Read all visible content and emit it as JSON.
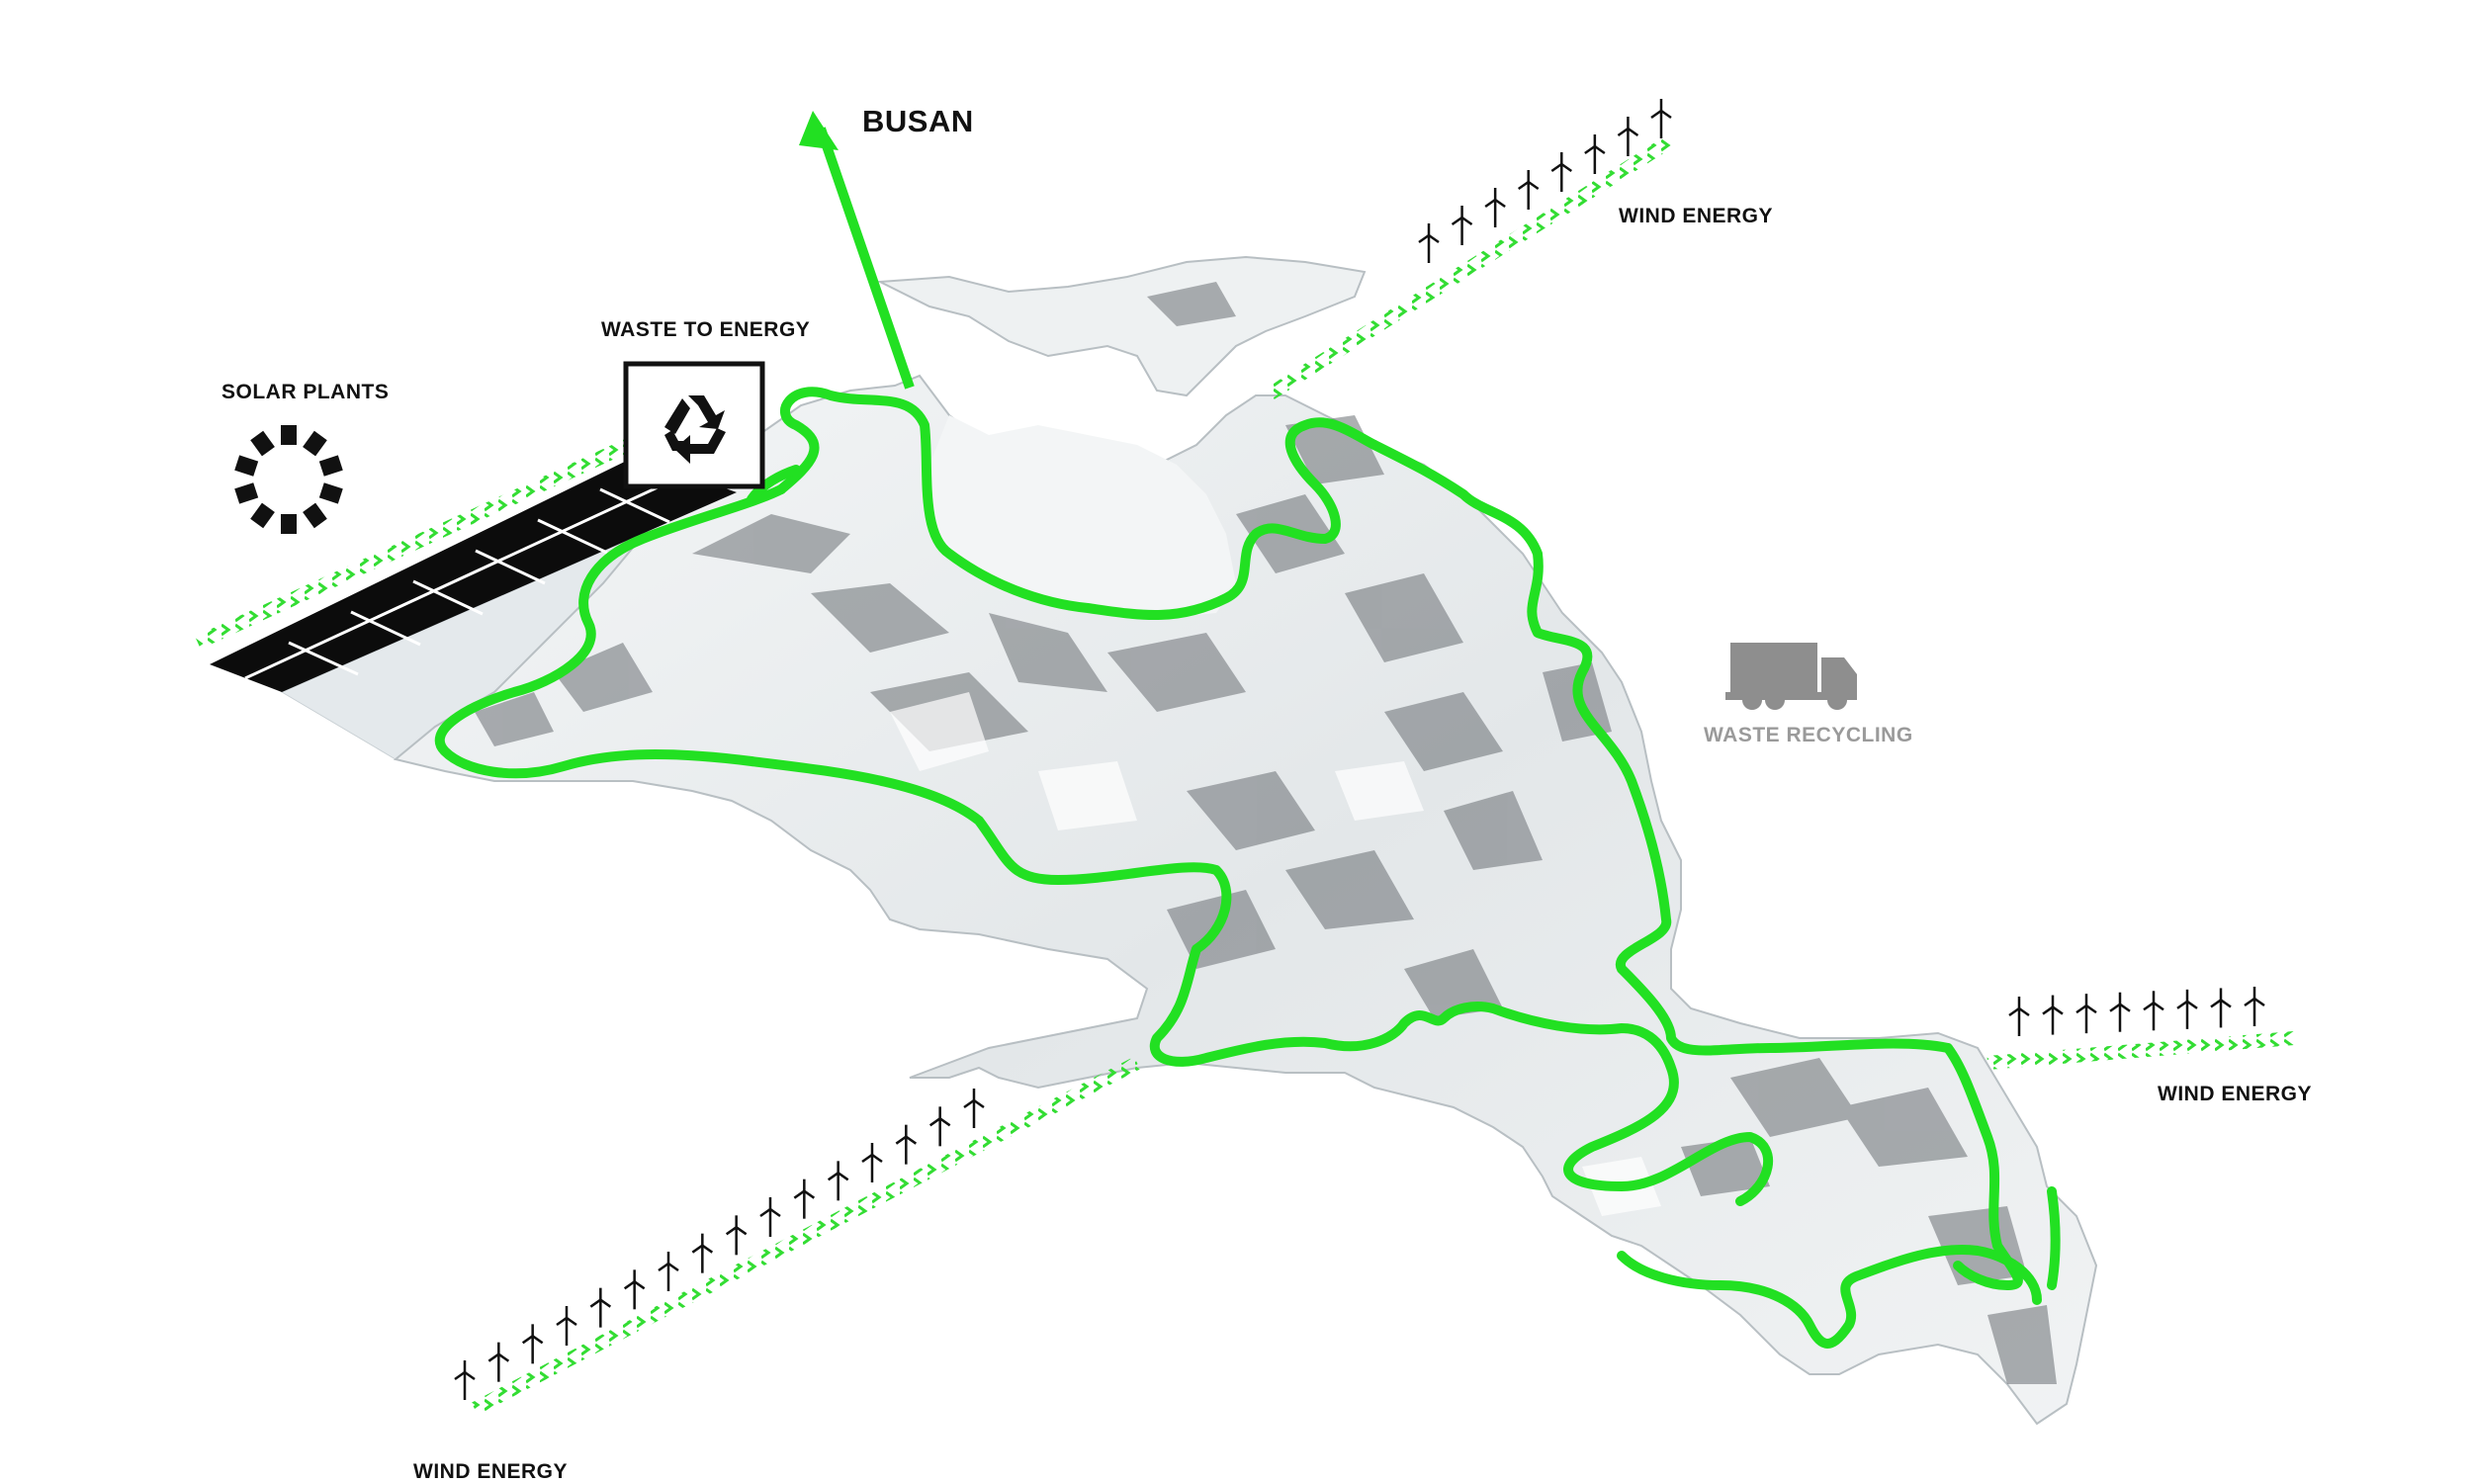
{
  "labels": {
    "busan": "BUSAN",
    "wind_energy_top": "WIND ENERGY",
    "waste_to_energy": "WASTE TO ENERGY",
    "solar_plants": "SOLAR PLANTS",
    "waste_recycling": "WASTE RECYCLING",
    "wind_energy_right": "WIND ENERGY",
    "wind_energy_bottom": "WIND ENERGY"
  },
  "icons": {
    "recycle": "recycle-icon",
    "truck": "truck-icon",
    "turbine": "wind-turbine-icon",
    "solar_ring": "solar-ring-icon",
    "arrow": "arrow-up-icon"
  },
  "colors": {
    "route_green": "#22e022",
    "terrain_light": "#eef1f2",
    "terrain_shadow": "#5a5f63",
    "panel_black": "#0c0c0c",
    "truck_grey": "#8e8e8e",
    "label_grey": "#9a9a9a"
  }
}
